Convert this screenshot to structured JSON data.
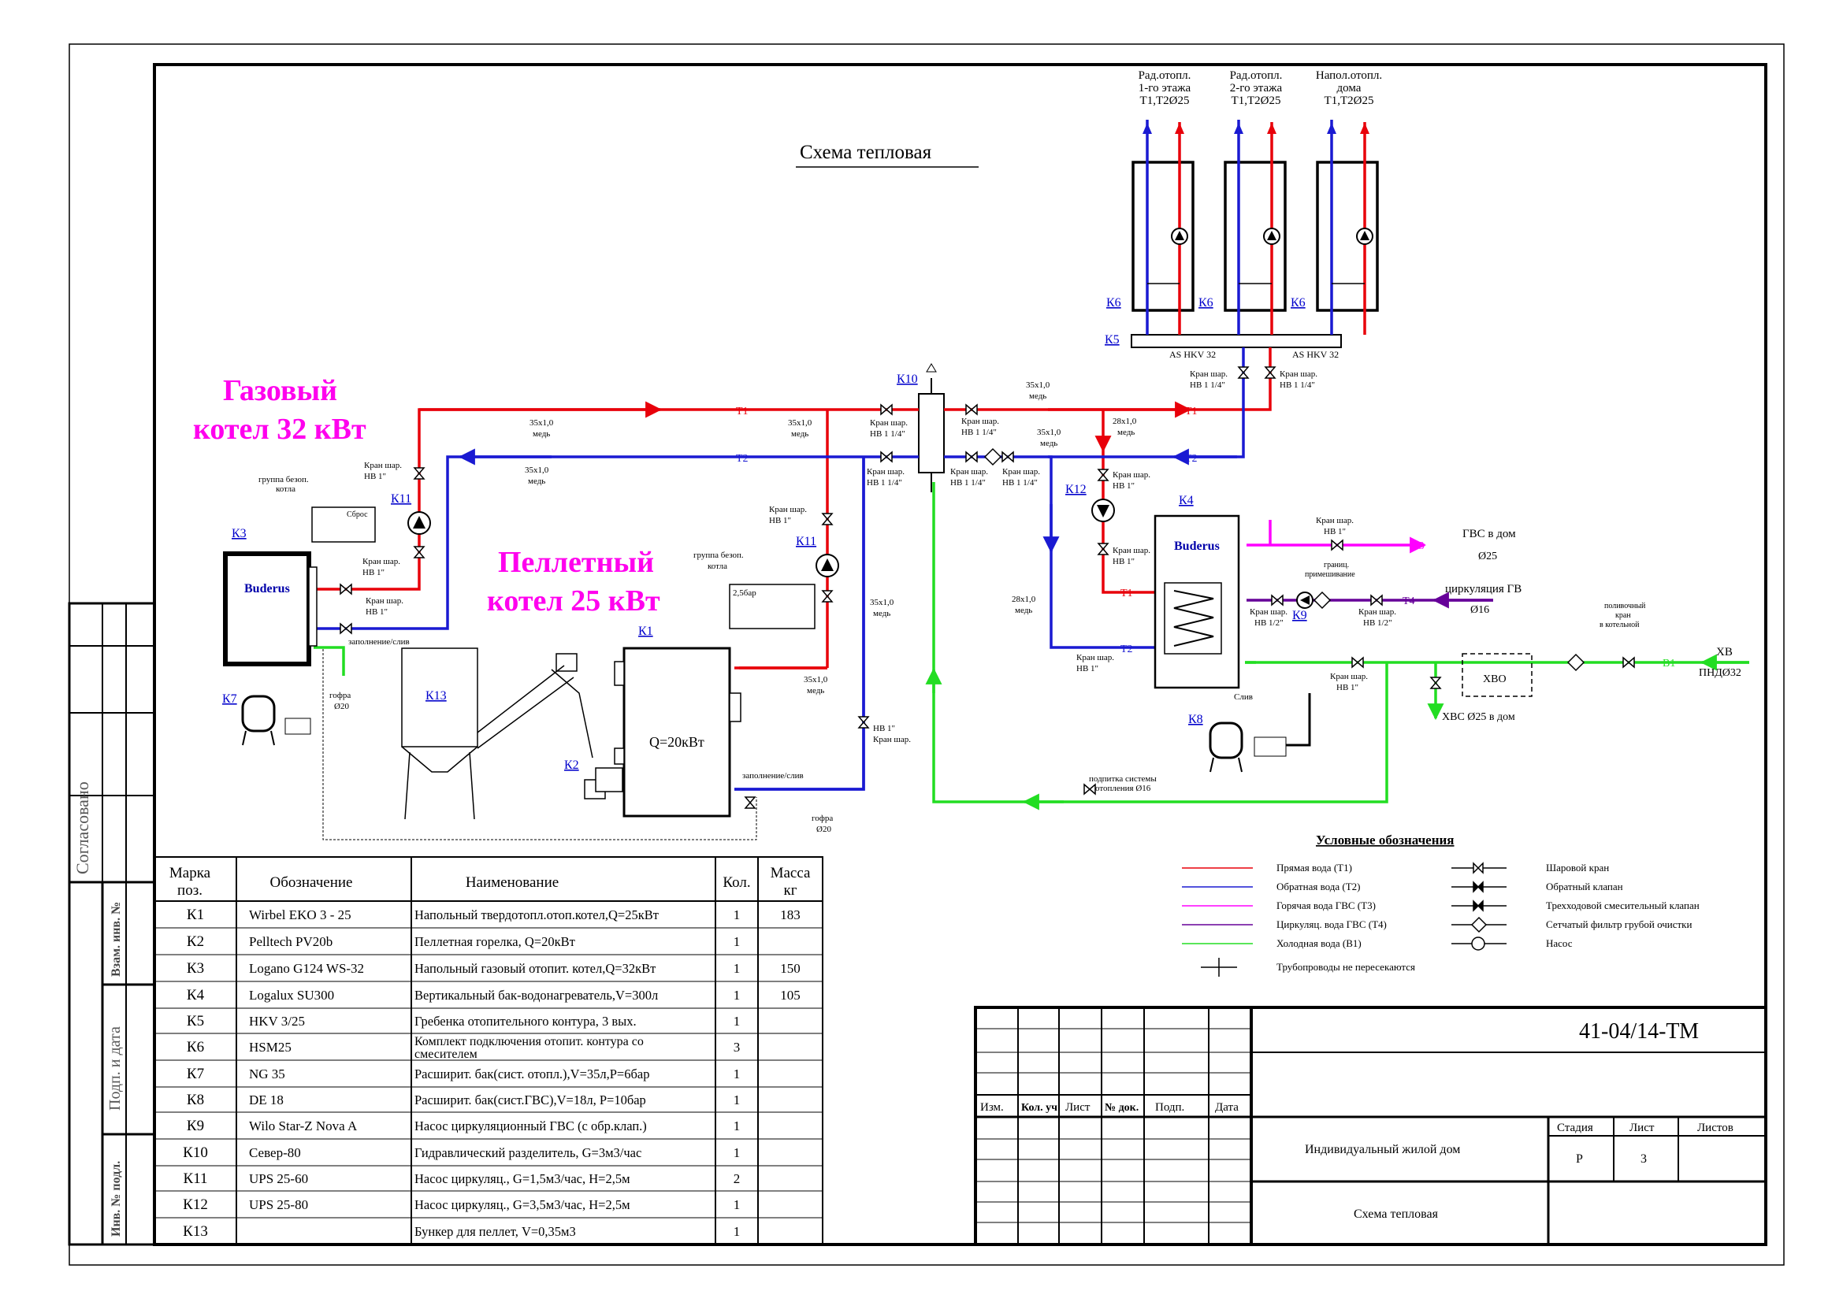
{
  "drawing": {
    "title": "Схема тепловая",
    "gas_boiler": [
      "Газовый",
      "котел 32 кВт"
    ],
    "pellet_boiler": [
      "Пеллетный",
      "котел 25 кВт"
    ]
  },
  "side_stamp": {
    "agreed": "Согласовано",
    "vzam": "Взам. инв. №",
    "podp": "Подп. и дата",
    "inv": "Инв. № подл."
  },
  "circuits": [
    {
      "lines": [
        "Рад.отопл.",
        "1-го этажа",
        "Т1,Т2Ø25"
      ]
    },
    {
      "lines": [
        "Рад.отопл.",
        "2-го этажа",
        "Т1,Т2Ø25"
      ]
    },
    {
      "lines": [
        "Напол.отопл.",
        "дома",
        "Т1,Т2Ø25"
      ]
    }
  ],
  "labels": {
    "k1": "К1",
    "k2": "К2",
    "k3": "К3",
    "k4": "К4",
    "k5": "К5",
    "k6": "К6",
    "k7": "К7",
    "k8": "К8",
    "k9": "К9",
    "k10": "К10",
    "k11": "К11",
    "k12": "К12",
    "k13": "К13",
    "buderus": "Buderus",
    "q20": "Q=20кВт",
    "t1": "Т1",
    "t2": "Т2",
    "t3": "Т3",
    "t4": "Т4",
    "v1": "В1",
    "pipe35": "35х1,0",
    "pipe28": "28х1,0",
    "med": "медь",
    "valve_14": "Кран шар.",
    "hb114": "НВ 1 1/4\"",
    "hb1": "НВ 1\"",
    "hb12": "НВ 1/2\"",
    "nv1": "НВ 1\"",
    "as_hkv": "AS HKV 32",
    "safety_group": "группа безоп.",
    "kotla": "котла",
    "sbros": "Сброс",
    "bar25": "2,5бар",
    "fill": "заполнение/слив",
    "gofra": "гофра",
    "d20": "Ø20",
    "gvs_home": "ГВС в дом",
    "d25": "Ø25",
    "circ_gv": "циркуляция ГВ",
    "d16": "Ø16",
    "hvs": "ХВС Ø25 в дом",
    "xb": "ХВ",
    "pnd": "ПНДØ32",
    "xbo": "ХВО",
    "sliv": "Слив",
    "water_crane": [
      "поливочный",
      "кран",
      "в котельной"
    ],
    "mixing": [
      "границ.",
      "примешивание"
    ],
    "feed": [
      "подпитка системы",
      "отопления Ø16"
    ]
  },
  "legend": {
    "title": "Условные обозначения",
    "lines": [
      {
        "label": "Прямая вода  (Т1)",
        "color": "#e8000a"
      },
      {
        "label": "Обратная вода (Т2)",
        "color": "#1a1ad2"
      },
      {
        "label": "Горячая вода ГВС (Т3)",
        "color": "#ff00ff"
      },
      {
        "label": "Циркуляц. вода ГВС (Т4)",
        "color": "#660099"
      },
      {
        "label": "Холодная вода (В1)",
        "color": "#22dd22"
      }
    ],
    "cross": "Трубопроводы не пересекаются",
    "symbols": [
      "Шаровой кран",
      "Обратный клапан",
      "Трехходовой смесительный клапан",
      "Сетчатый фильтр грубой очистки",
      "Насос"
    ]
  },
  "spec": {
    "headers": [
      "Марка поз.",
      "Обозначение",
      "Наименование",
      "Кол.",
      "Масса кг"
    ],
    "header_lines": [
      [
        "Марка",
        "поз."
      ],
      [
        "Обозначение"
      ],
      [
        "Наименование"
      ],
      [
        "Кол."
      ],
      [
        "Масса",
        "кг"
      ]
    ],
    "rows": [
      {
        "mark": "К1",
        "des": "Wirbel EKO 3 - 25",
        "name": "Напольный твердотопл.отоп.котел,Q=25кВт",
        "qty": "1",
        "mass": "183"
      },
      {
        "mark": "К2",
        "des": "Pelltech PV20b",
        "name": "Пеллетная горелка, Q=20кВт",
        "qty": "1",
        "mass": ""
      },
      {
        "mark": "К3",
        "des": "Logano G124 WS-32",
        "name": "Напольный газовый отопит. котел,Q=32кВт",
        "qty": "1",
        "mass": "150"
      },
      {
        "mark": "К4",
        "des": "Logalux SU300",
        "name": "Вертикальный бак-водонагреватель,V=300л",
        "qty": "1",
        "mass": "105"
      },
      {
        "mark": "К5",
        "des": "HKV 3/25",
        "name": "Гребенка отопительного контура, 3 вых.",
        "qty": "1",
        "mass": ""
      },
      {
        "mark": "К6",
        "des": "HSM25",
        "name": "Комплект подключения отопит. контура со смесителем",
        "qty": "3",
        "mass": ""
      },
      {
        "mark": "К7",
        "des": "NG 35",
        "name": "Расширит. бак(сист. отопл.),V=35л,P=6бар",
        "qty": "1",
        "mass": ""
      },
      {
        "mark": "К8",
        "des": "DE 18",
        "name": "Расширит. бак(сист.ГВС),V=18л, P=10бар",
        "qty": "1",
        "mass": ""
      },
      {
        "mark": "К9",
        "des": "Wilo Star-Z Nova A",
        "name": "Насос циркуляционный ГВС (с обр.клап.)",
        "qty": "1",
        "mass": ""
      },
      {
        "mark": "К10",
        "des": "Север-80",
        "name": "Гидравлический разделитель, G=3м3/час",
        "qty": "1",
        "mass": ""
      },
      {
        "mark": "К11",
        "des": "UPS 25-60",
        "name": "Насос циркуляц., G=1,5м3/час, H=2,5м",
        "qty": "2",
        "mass": ""
      },
      {
        "mark": "К12",
        "des": "UPS 25-80",
        "name": "Насос циркуляц., G=3,5м3/час, H=2,5м",
        "qty": "1",
        "mass": ""
      },
      {
        "mark": "К13",
        "des": "",
        "name": "Бункер для пеллет, V=0,35м3",
        "qty": "1",
        "mass": ""
      }
    ]
  },
  "stamp": {
    "code": "41-04/14-ТМ",
    "cols": [
      "Изм.",
      "Кол. уч",
      "Лист",
      "№ док.",
      "Подп.",
      "Дата"
    ],
    "object": "Индивидуальный жилой дом",
    "sheet_title": "Схема тепловая",
    "stage_h": "Стадия",
    "list_h": "Лист",
    "lists_h": "Листов",
    "stage": "Р",
    "list": "3",
    "lists": ""
  },
  "colors": {
    "t1": "#e8000a",
    "t2": "#1a1ad2",
    "t3": "#ff00ff",
    "t4": "#660099",
    "b1": "#22dd22",
    "magenta_text": "#ff00ee",
    "blue_label": "#0000cc"
  }
}
